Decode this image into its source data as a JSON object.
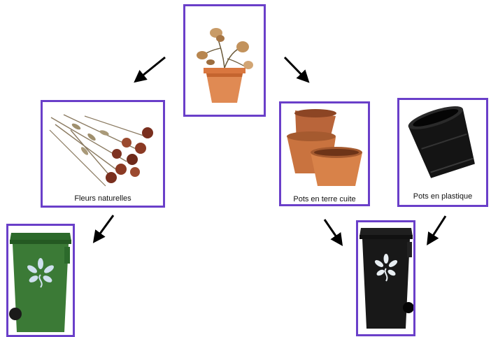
{
  "frame_color": "#6a3fc9",
  "captions": {
    "flowers": "Fleurs naturelles",
    "terracotta": "Pots en terre cuite",
    "plastic": "Pots en plastique"
  },
  "bins": {
    "green": {
      "color": "#2f6b2e",
      "icon": "flower-logo-icon"
    },
    "black": {
      "color": "#1a1a1a",
      "icon": "flower-logo-icon"
    }
  },
  "top_item": {
    "icon": "dead-plant-in-pot-icon"
  }
}
